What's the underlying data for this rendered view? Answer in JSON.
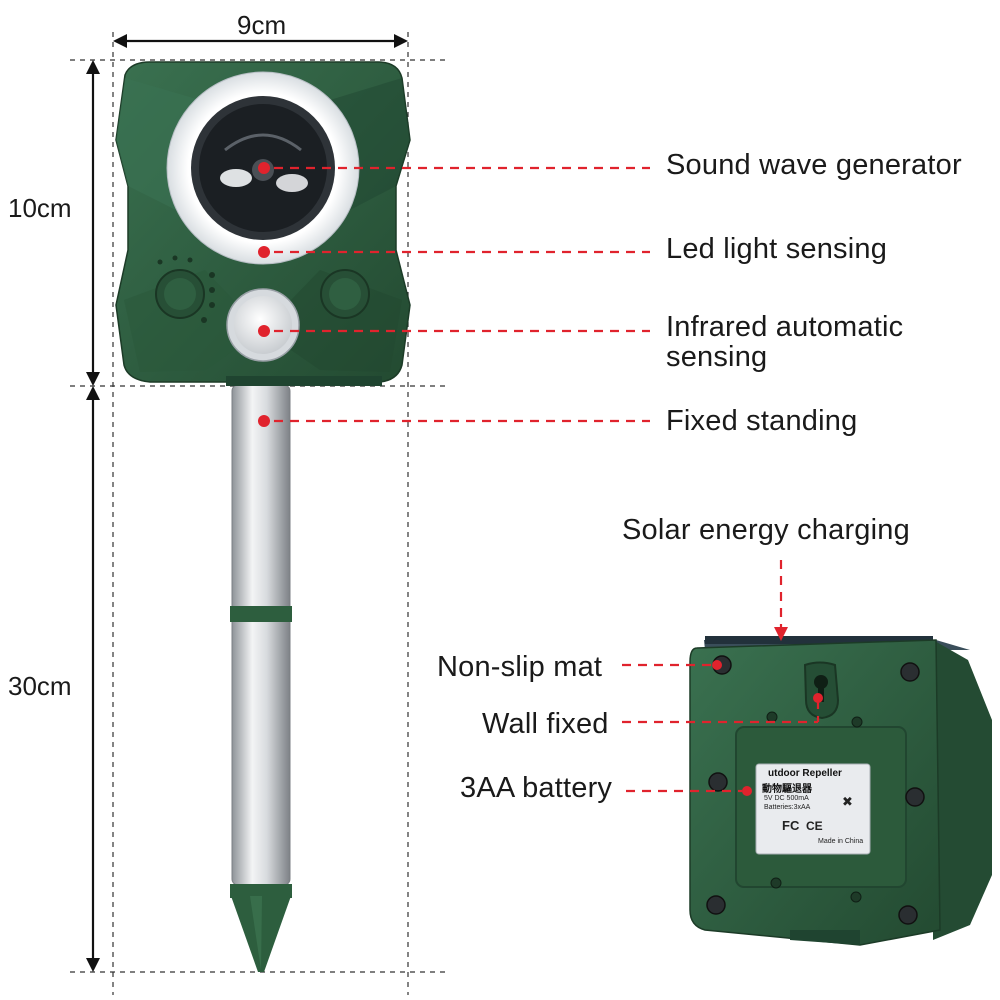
{
  "dimensions": {
    "width_label": "9cm",
    "head_height_label": "10cm",
    "stake_height_label": "30cm"
  },
  "callouts": {
    "sound_wave_generator": "Sound wave generator",
    "led_light_sensing": "Led light sensing",
    "infrared_line1": "Infrared automatic",
    "infrared_line2": "sensing",
    "fixed_standing": "Fixed standing",
    "solar_energy_charging": "Solar energy charging",
    "non_slip_mat": "Non-slip mat",
    "wall_fixed": "Wall fixed",
    "battery": "3AA battery"
  },
  "sticker": {
    "title": "utdoor Repeller",
    "chinese": "動物驅退器",
    "spec": "5V  DC  500mA",
    "batteries": "Batteries:3xAA",
    "fc_mark": "FC",
    "ce_mark": "CE",
    "made_in": "Made in China"
  },
  "colors": {
    "device_green": "#2d5e3e",
    "callout_red": "#e0232d",
    "stake_silver": "#c8ccd0"
  }
}
